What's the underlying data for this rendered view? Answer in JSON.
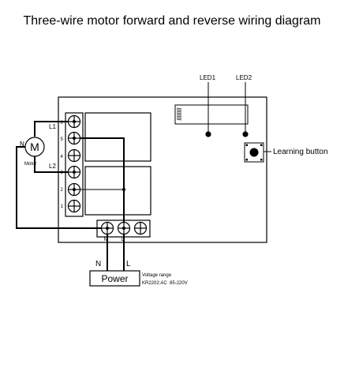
{
  "title": "Three-wire motor forward and reverse wiring diagram",
  "leds": {
    "led1": "LED1",
    "led2": "LED2"
  },
  "learning_button": "Learning button",
  "motor": {
    "symbol": "M",
    "caption": "Motor",
    "neutral": "N",
    "line1": "L1",
    "line2": "L2"
  },
  "terminals": [
    "6",
    "5",
    "4",
    "3",
    "2",
    "1"
  ],
  "power": {
    "label": "Power",
    "n": "N",
    "l": "L",
    "terminal_n": "N",
    "terminal_l": "L",
    "voltage_title": "Voltage range",
    "voltage_value": "KR2202:AC  85-220V"
  }
}
